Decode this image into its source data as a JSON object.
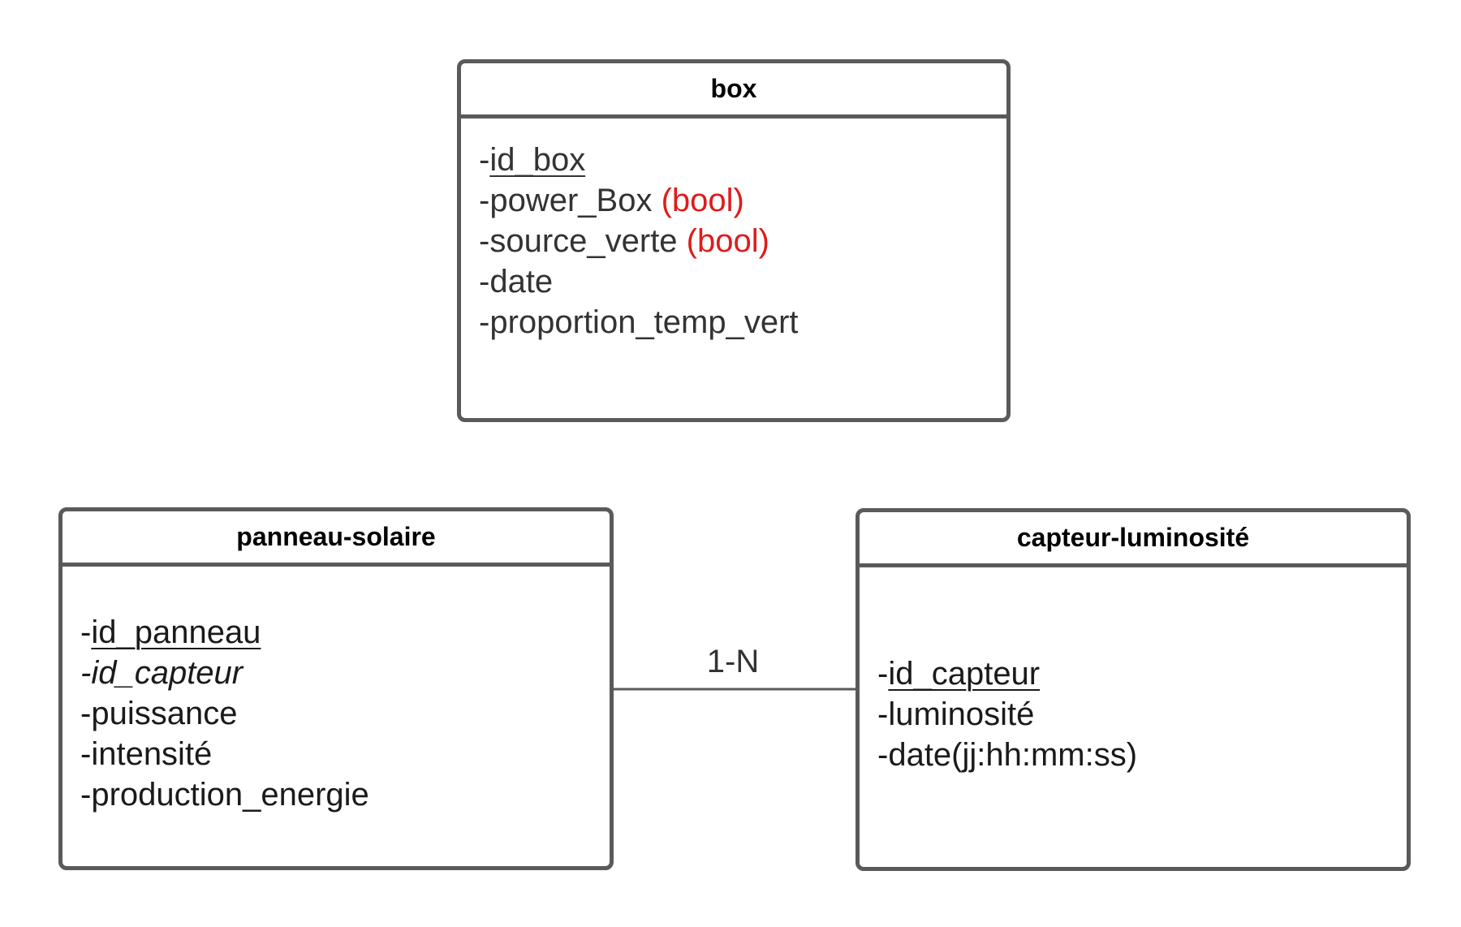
{
  "classes": {
    "box": {
      "name": "box",
      "attributes": [
        {
          "prefix": "-",
          "key": "id_box"
        },
        {
          "text": "-power_Box ",
          "type": "(bool)"
        },
        {
          "text": "-source_verte ",
          "type": "(bool)"
        },
        {
          "text": "-date"
        },
        {
          "text": "-proportion_temp_vert"
        }
      ]
    },
    "panneau_solaire": {
      "name": "panneau-solaire",
      "attributes": [
        {
          "prefix": "-",
          "key": "id_panneau"
        },
        {
          "text": "-id_capteur"
        },
        {
          "text": "-puissance"
        },
        {
          "text": "-intensité"
        },
        {
          "text": "-production_energie"
        }
      ]
    },
    "capteur_luminosite": {
      "name": "capteur-luminosité",
      "attributes": [
        {
          "prefix": "-",
          "key": "id_capteur"
        },
        {
          "text": "-luminosité"
        },
        {
          "text": "-date(jj:hh:mm:ss)"
        }
      ]
    }
  },
  "association": {
    "multiplicity": "1-N"
  },
  "colors": {
    "border": "#5a5a5a",
    "type_annotation": "#e01b1b",
    "text": "#333333"
  }
}
